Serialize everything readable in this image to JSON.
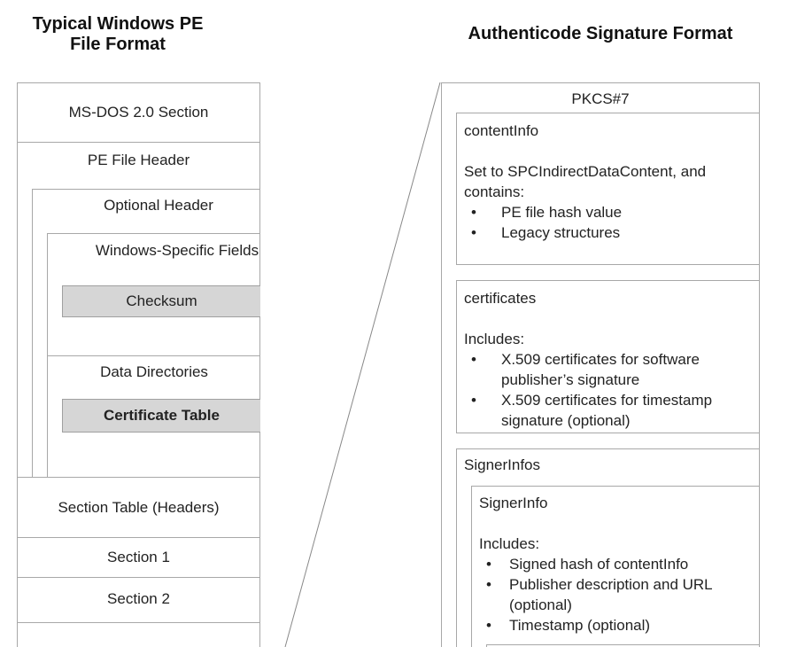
{
  "left": {
    "title_line1": "Typical Windows PE",
    "title_line2": "File Format",
    "ms_dos": "MS-DOS 2.0 Section",
    "pe_header": "PE File Header",
    "optional_header": "Optional Header",
    "windows_fields": "Windows-Specific Fields",
    "checksum": "Checksum",
    "data_directories": "Data Directories",
    "certificate_table": "Certificate Table",
    "section_table": "Section Table (Headers)",
    "section1": "Section 1",
    "section2": "Section 2"
  },
  "right": {
    "title": "Authenticode Signature Format",
    "pkcs": "PKCS#7",
    "contentinfo": {
      "heading": "contentInfo",
      "desc": "Set to SPCIndirectDataContent, and contains:",
      "items": [
        "PE file hash value",
        "Legacy structures"
      ]
    },
    "certificates": {
      "heading": "certificates",
      "desc": "Includes:",
      "items": [
        "X.509 certificates for software publisher’s signature",
        "X.509 certificates for timestamp signature (optional)"
      ]
    },
    "signerinfos": {
      "heading": "SignerInfos",
      "signerinfo": {
        "heading": "SignerInfo",
        "desc": "Includes:",
        "items": [
          "Signed hash of contentInfo",
          "Publisher description and URL (optional)",
          "Timestamp (optional)"
        ]
      }
    }
  }
}
